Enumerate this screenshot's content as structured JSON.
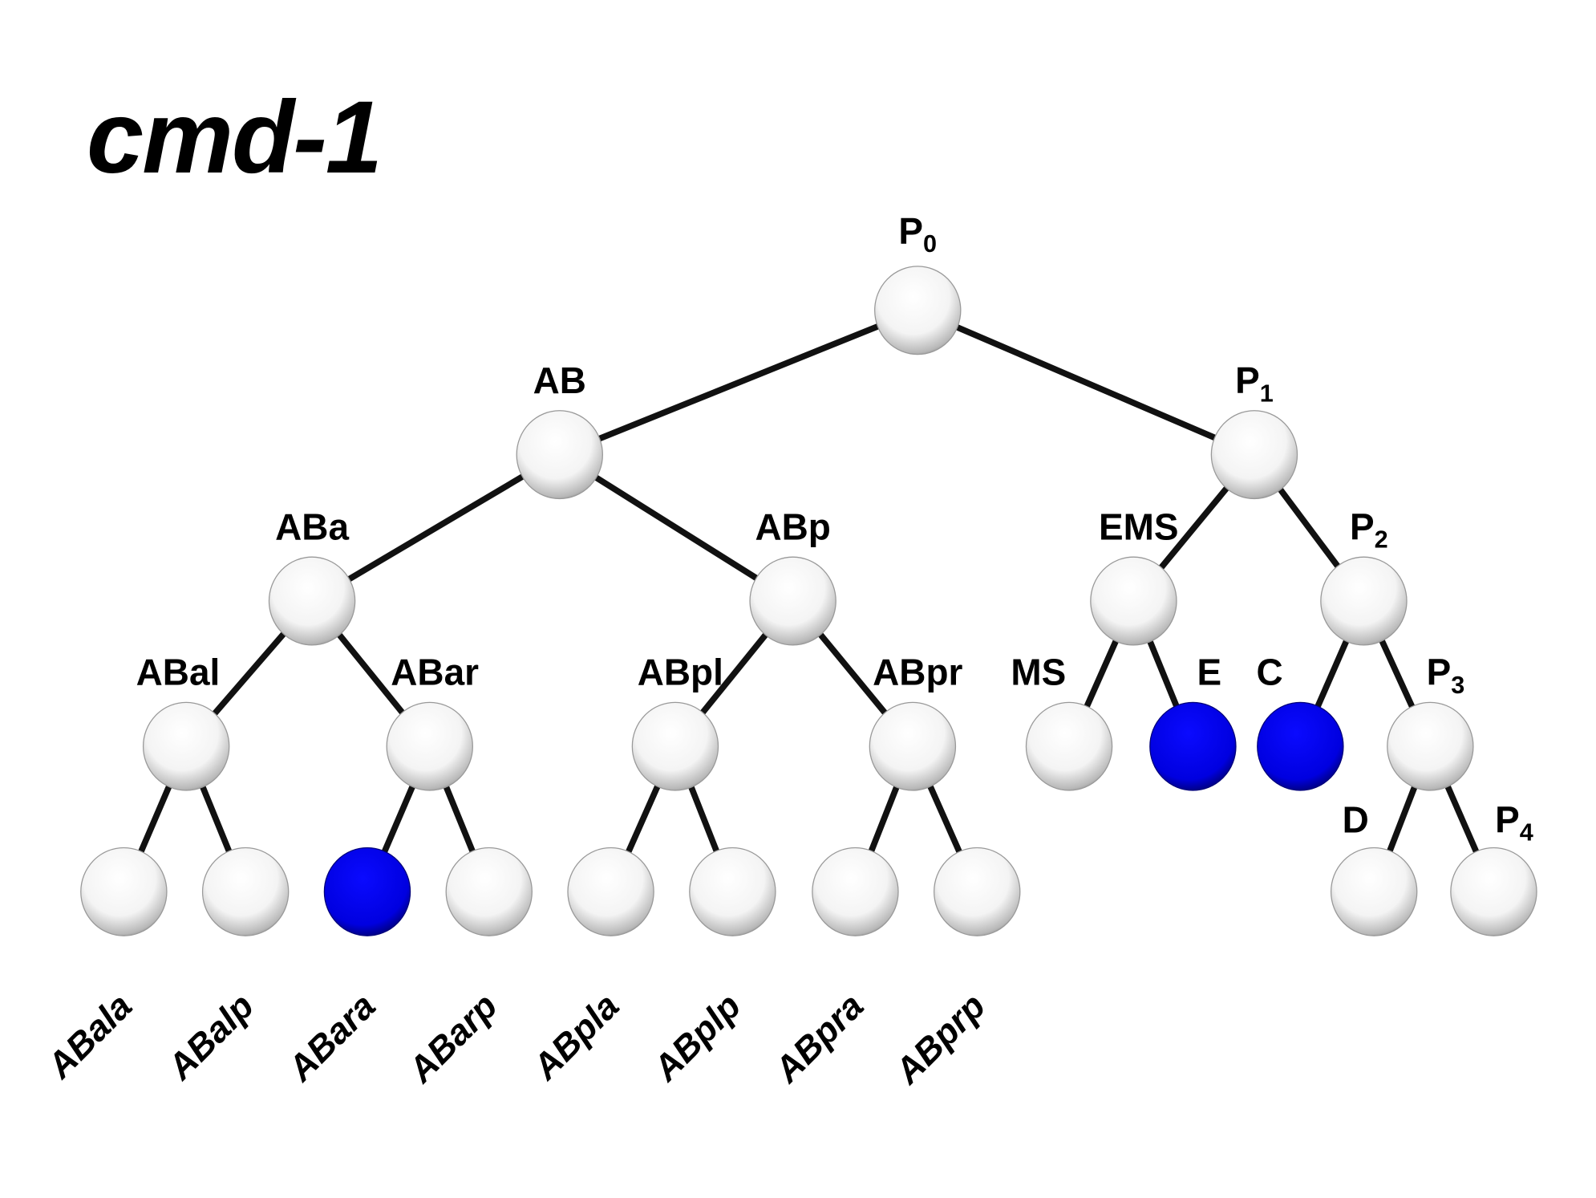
{
  "title": "cmd-1",
  "colors": {
    "expressed": "#0000ee",
    "not_expressed": "#ffffff",
    "line": "#111111"
  },
  "nodes": [
    {
      "id": "P0",
      "label": "P",
      "sub": "0",
      "expressed": false
    },
    {
      "id": "AB",
      "label": "AB",
      "parent": "P0",
      "expressed": false
    },
    {
      "id": "P1",
      "label": "P",
      "sub": "1",
      "parent": "P0",
      "expressed": false
    },
    {
      "id": "ABa",
      "label": "ABa",
      "parent": "AB",
      "expressed": false
    },
    {
      "id": "ABp",
      "label": "ABp",
      "parent": "AB",
      "expressed": false
    },
    {
      "id": "EMS",
      "label": "EMS",
      "parent": "P1",
      "expressed": false
    },
    {
      "id": "P2",
      "label": "P",
      "sub": "2",
      "parent": "P1",
      "expressed": false
    },
    {
      "id": "ABal",
      "label": "ABal",
      "parent": "ABa",
      "expressed": false
    },
    {
      "id": "ABar",
      "label": "ABar",
      "parent": "ABa",
      "expressed": false
    },
    {
      "id": "ABpl",
      "label": "ABpl",
      "parent": "ABp",
      "expressed": false
    },
    {
      "id": "ABpr",
      "label": "ABpr",
      "parent": "ABp",
      "expressed": false
    },
    {
      "id": "MS",
      "label": "MS",
      "parent": "EMS",
      "expressed": false
    },
    {
      "id": "E",
      "label": "E",
      "parent": "EMS",
      "expressed": true
    },
    {
      "id": "C",
      "label": "C",
      "parent": "P2",
      "expressed": true
    },
    {
      "id": "P3",
      "label": "P",
      "sub": "3",
      "parent": "P2",
      "expressed": false
    },
    {
      "id": "ABala",
      "label": "ABala",
      "parent": "ABal",
      "expressed": false,
      "leaf": true
    },
    {
      "id": "ABalp",
      "label": "ABalp",
      "parent": "ABal",
      "expressed": false,
      "leaf": true
    },
    {
      "id": "ABara",
      "label": "ABara",
      "parent": "ABar",
      "expressed": true,
      "leaf": true
    },
    {
      "id": "ABarp",
      "label": "ABarp",
      "parent": "ABar",
      "expressed": false,
      "leaf": true
    },
    {
      "id": "ABpla",
      "label": "ABpla",
      "parent": "ABpl",
      "expressed": false,
      "leaf": true
    },
    {
      "id": "ABplp",
      "label": "ABplp",
      "parent": "ABpl",
      "expressed": false,
      "leaf": true
    },
    {
      "id": "ABpra",
      "label": "ABpra",
      "parent": "ABpr",
      "expressed": false,
      "leaf": true
    },
    {
      "id": "ABprp",
      "label": "ABprp",
      "parent": "ABpr",
      "expressed": false,
      "leaf": true
    },
    {
      "id": "D",
      "label": "D",
      "parent": "P3",
      "expressed": false
    },
    {
      "id": "P4",
      "label": "P",
      "sub": "4",
      "parent": "P3",
      "expressed": false
    }
  ]
}
